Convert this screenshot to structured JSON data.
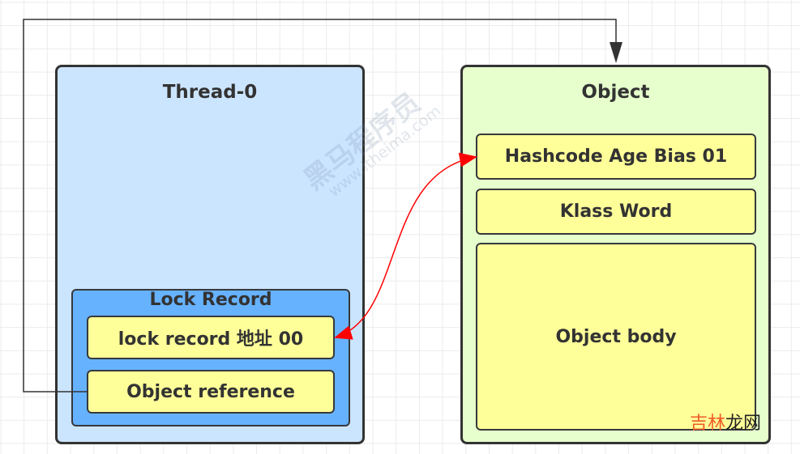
{
  "thread": {
    "title": "Thread-0",
    "lock_record": {
      "title": "Lock Record",
      "address_cell": "lock  record 地址 00",
      "reference_cell": "Object reference"
    }
  },
  "object": {
    "title": "Object",
    "mark_word": "Hashcode Age Bias 01",
    "klass_word": "Klass Word",
    "body": "Object body"
  },
  "connectors": [
    {
      "from": "Object reference",
      "to": "Object",
      "style": "solid",
      "color": "#333333",
      "arrow": "end"
    },
    {
      "from": "lock record 地址 00",
      "to": "Hashcode Age Bias 01",
      "style": "curved",
      "color": "#ff0000",
      "arrow": "both"
    }
  ],
  "watermarks": {
    "brand": "黑马程序员",
    "url": "www.itheima.com",
    "corner_part1": "吉林",
    "corner_part2": "龙网",
    "corner_part1_color": "#f05a28",
    "corner_part2_color": "#222222"
  },
  "colors": {
    "thread_fill": "#cce5ff",
    "object_fill": "#e6ffcc",
    "lock_record_fill": "#66b2ff",
    "cell_fill": "#ffff99",
    "border": "#333333"
  }
}
